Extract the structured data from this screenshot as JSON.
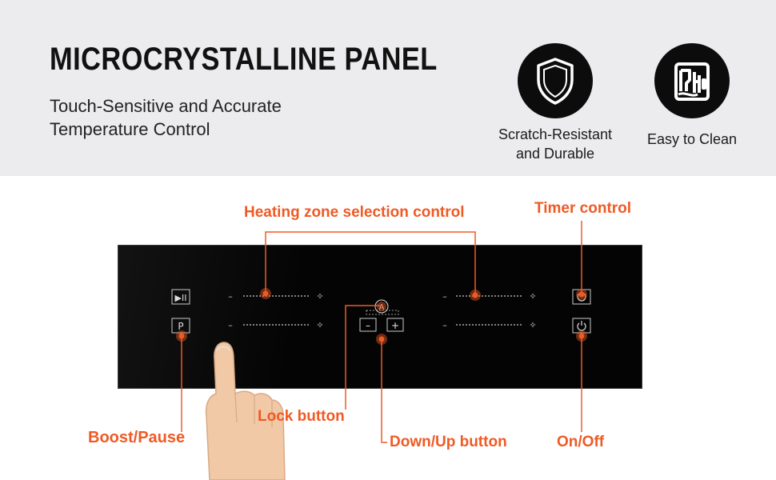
{
  "header": {
    "title": "MICROCRYSTALLINE PANEL",
    "subtitle_line1": "Touch-Sensitive and Accurate",
    "subtitle_line2": "Temperature Control"
  },
  "features": [
    {
      "icon": "shield-icon",
      "label_line1": "Scratch-Resistant",
      "label_line2": "and Durable"
    },
    {
      "icon": "cleaning-icon",
      "label_line1": "Easy to Clean"
    }
  ],
  "panel": {
    "boost_pause_symbol": "▶II",
    "pause_symbol": "P",
    "minus_symbol": "–",
    "plus_symbol": "+",
    "lock_symbol": "A"
  },
  "annotations": {
    "heating_zone": "Heating zone selection control",
    "timer": "Timer control",
    "lock": "Lock button",
    "boost_pause": "Boost/Pause",
    "down_up": "Down/Up button",
    "on_off": "On/Off"
  },
  "colors": {
    "accent": "#ef5a24",
    "panel": "#040404",
    "header_bg": "#ececee"
  }
}
